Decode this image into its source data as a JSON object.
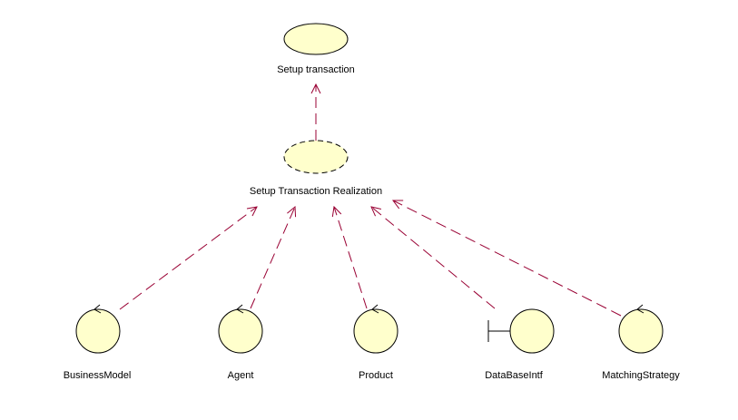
{
  "diagram": {
    "colors": {
      "fill": "#ffffcc",
      "stroke": "#000000",
      "dependency": "#990033",
      "background": "#ffffff"
    },
    "use_case": {
      "label": "Setup transaction"
    },
    "realization": {
      "label": "Setup Transaction Realization"
    },
    "classes": [
      {
        "label": "BusinessModel",
        "stereotype": "control"
      },
      {
        "label": "Agent",
        "stereotype": "control"
      },
      {
        "label": "Product",
        "stereotype": "control"
      },
      {
        "label": "DataBaseIntf",
        "stereotype": "boundary"
      },
      {
        "label": "MatchingStrategy",
        "stereotype": "control"
      }
    ]
  }
}
